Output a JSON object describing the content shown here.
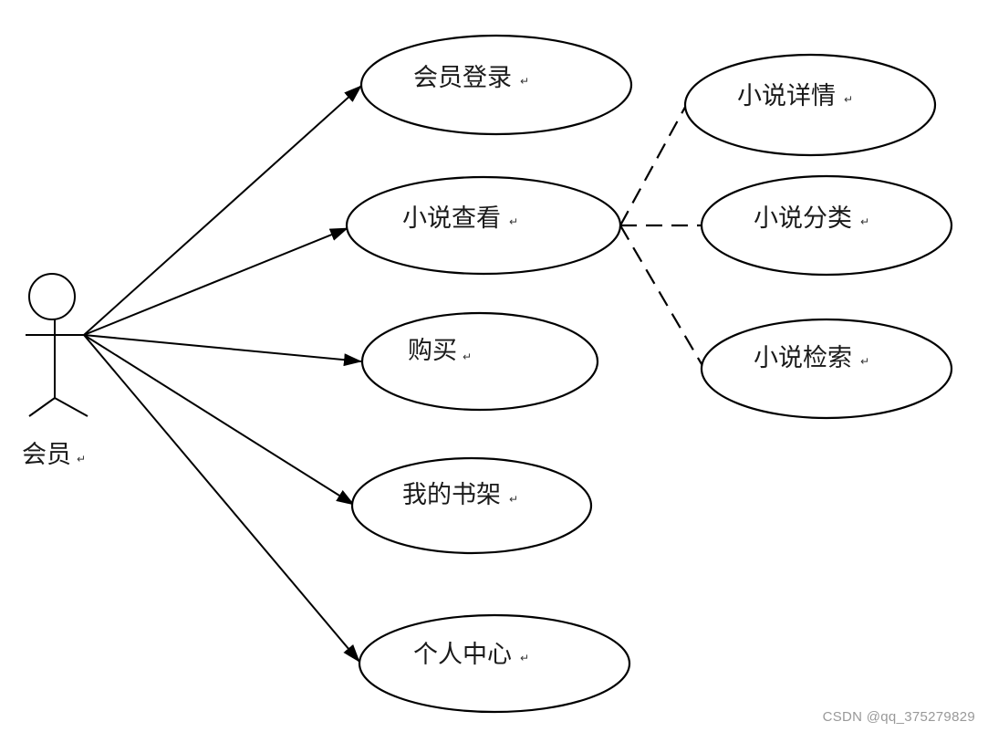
{
  "actor": {
    "label": "会员",
    "mark": "↵"
  },
  "use_cases": [
    {
      "id": "login",
      "label": "会员登录",
      "mark": "↵"
    },
    {
      "id": "view",
      "label": "小说查看",
      "mark": "↵"
    },
    {
      "id": "buy",
      "label": "购买",
      "mark": "↵"
    },
    {
      "id": "shelf",
      "label": "我的书架",
      "mark": "↵"
    },
    {
      "id": "personal",
      "label": "个人中心",
      "mark": "↵"
    }
  ],
  "sub_use_cases": [
    {
      "id": "detail",
      "label": "小说详情",
      "mark": "↵"
    },
    {
      "id": "category",
      "label": "小说分类",
      "mark": "↵"
    },
    {
      "id": "search",
      "label": "小说检索",
      "mark": "↵"
    }
  ],
  "watermark": "CSDN @qq_375279829",
  "colors": {
    "line": "#000000",
    "background": "#ffffff",
    "watermark": "#999999"
  }
}
